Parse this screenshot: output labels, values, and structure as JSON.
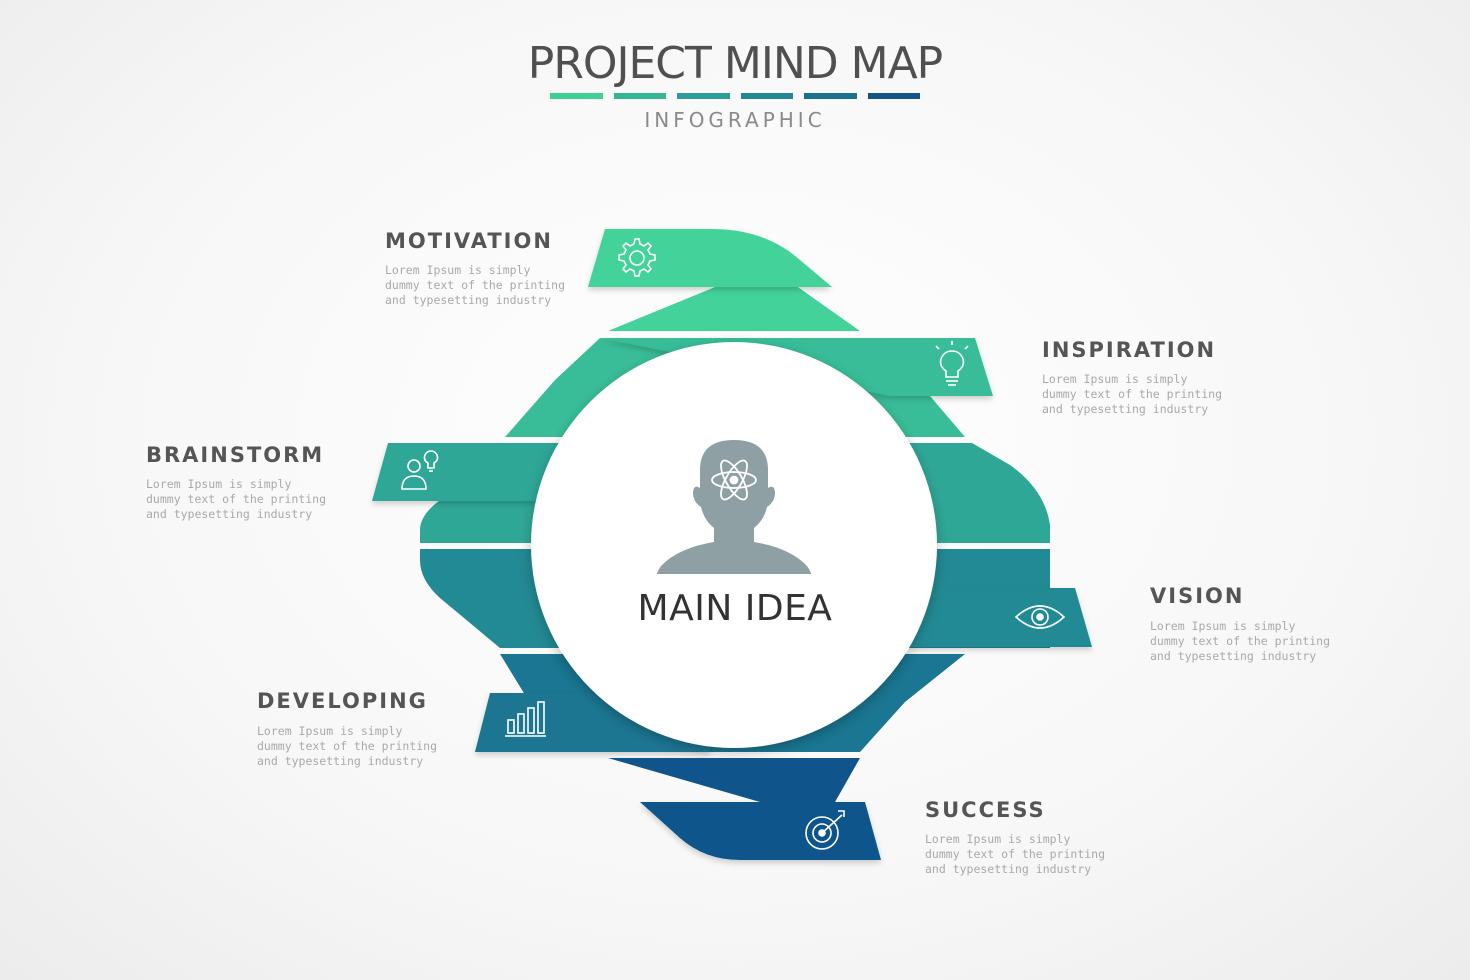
{
  "header": {
    "title": "PROJECT MIND MAP",
    "subtitle": "INFOGRAPHIC",
    "bar_colors": [
      "#3fcf95",
      "#35b696",
      "#2c9d98",
      "#248795",
      "#1a7191",
      "#12558b"
    ]
  },
  "center": {
    "label": "MAIN IDEA",
    "icon": "head-atom-icon"
  },
  "nodes": [
    {
      "title": "MOTIVATION",
      "icon": "gear-icon",
      "color": "#43d29a",
      "text": [
        "Lorem Ipsum is simply",
        "dummy text of the printing",
        "and typesetting industry"
      ]
    },
    {
      "title": "INSPIRATION",
      "icon": "lightbulb-icon",
      "color": "#39bd98",
      "text": [
        "Lorem Ipsum is simply",
        "dummy text of the printing",
        "and typesetting industry"
      ]
    },
    {
      "title": "BRAINSTORM",
      "icon": "person-idea-icon",
      "color": "#2fa797",
      "text": [
        "Lorem Ipsum is simply",
        "dummy text of the printing",
        "and typesetting industry"
      ]
    },
    {
      "title": "VISION",
      "icon": "eye-icon",
      "color": "#228a94",
      "text": [
        "Lorem Ipsum is simply",
        "dummy text of the printing",
        "and typesetting industry"
      ]
    },
    {
      "title": "DEVELOPING",
      "icon": "bar-chart-icon",
      "color": "#1a7692",
      "text": [
        "Lorem Ipsum is simply",
        "dummy text of the printing",
        "and typesetting industry"
      ]
    },
    {
      "title": "SUCCESS",
      "icon": "target-icon",
      "color": "#0f558b",
      "text": [
        "Lorem Ipsum is simply",
        "dummy text of the printing",
        "and typesetting industry"
      ]
    }
  ]
}
